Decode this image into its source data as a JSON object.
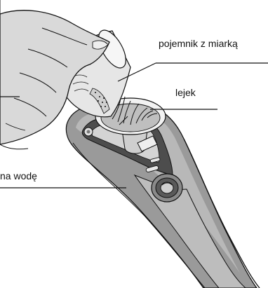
{
  "labels": {
    "measuring_cup": "pojemnik z miarką",
    "funnel": "lejek",
    "water_tank": "na wodę"
  },
  "colors": {
    "line": "#111111",
    "device_body": "#9a9a9a",
    "device_dark": "#4d4d4d",
    "device_light": "#d4d4d4",
    "hand": "#d9d9d9",
    "water": "#e4e4e4"
  }
}
